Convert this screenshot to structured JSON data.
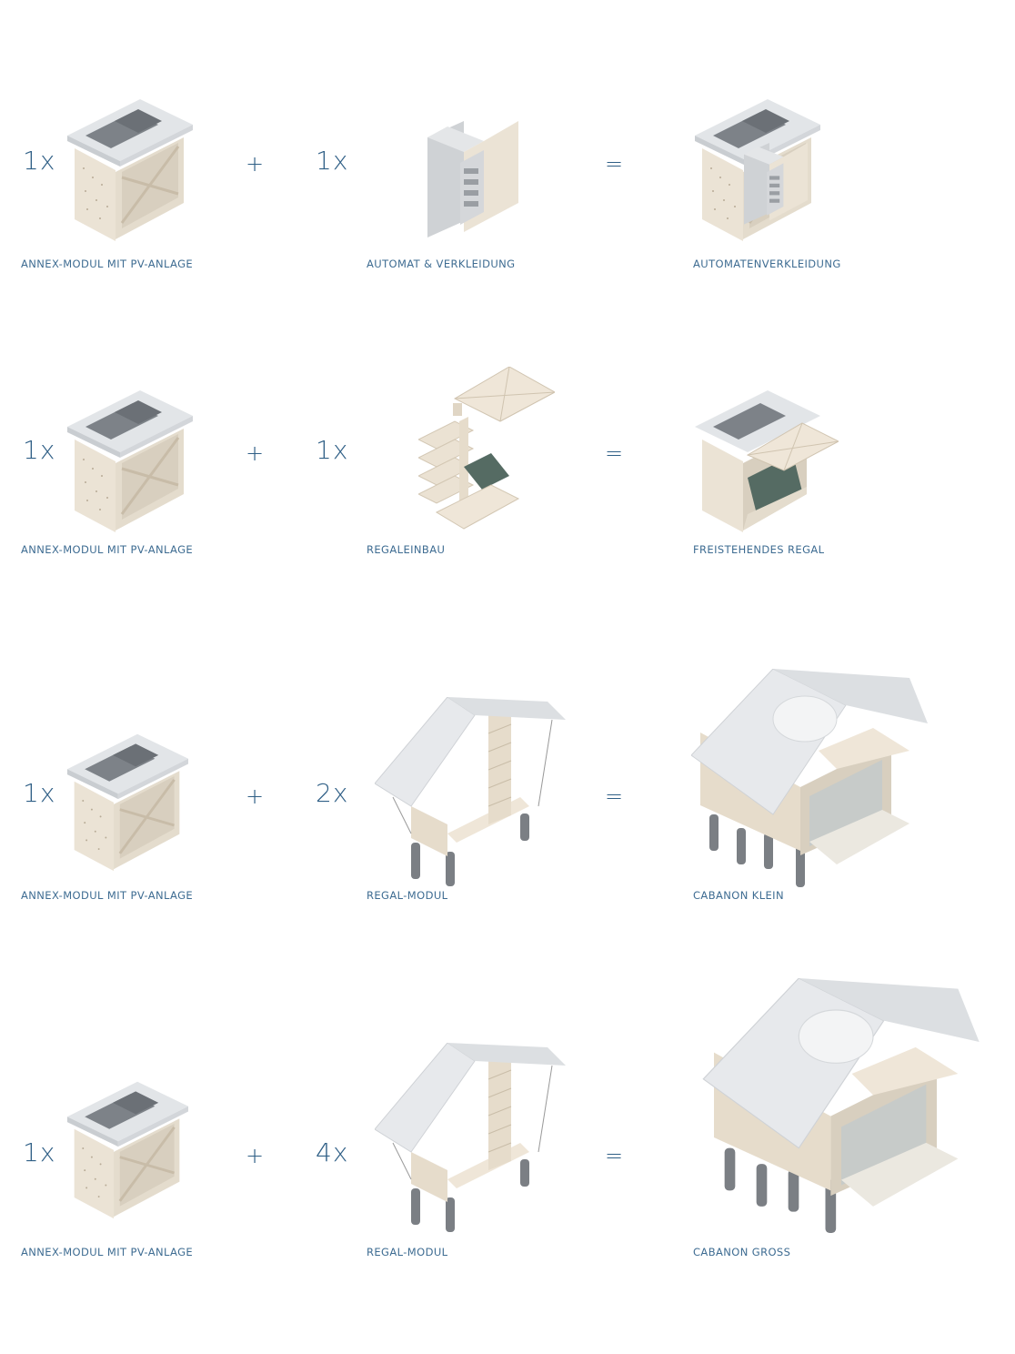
{
  "rows": [
    {
      "qty1": "1x",
      "label1": "ANNEX-MODUL MIT PV-ANLAGE",
      "operator_plus": "+",
      "qty2": "1x",
      "label2": "AUTOMAT & VERKLEIDUNG",
      "operator_equals": "=",
      "result_label": "AUTOMATENVERKLEIDUNG"
    },
    {
      "qty1": "1x",
      "label1": "ANNEX-MODUL MIT PV-ANLAGE",
      "operator_plus": "+",
      "qty2": "1x",
      "label2": "REGALEINBAU",
      "operator_equals": "=",
      "result_label": "FREISTEHENDES REGAL"
    },
    {
      "qty1": "1x",
      "label1": "ANNEX-MODUL MIT PV-ANLAGE",
      "operator_plus": "+",
      "qty2": "2x",
      "label2": "REGAL-MODUL",
      "operator_equals": "=",
      "result_label": "CABANON KLEIN"
    },
    {
      "qty1": "1x",
      "label1": "ANNEX-MODUL MIT PV-ANLAGE",
      "operator_plus": "+",
      "qty2": "4x",
      "label2": "REGAL-MODUL",
      "operator_equals": "=",
      "result_label": "CABANON GROSS"
    }
  ],
  "colors": {
    "text": "#2f5f86",
    "wood": "#e9e0d2",
    "roof": "#d9dcdf",
    "pv": "#7d8288",
    "leg": "#7b7f84"
  }
}
